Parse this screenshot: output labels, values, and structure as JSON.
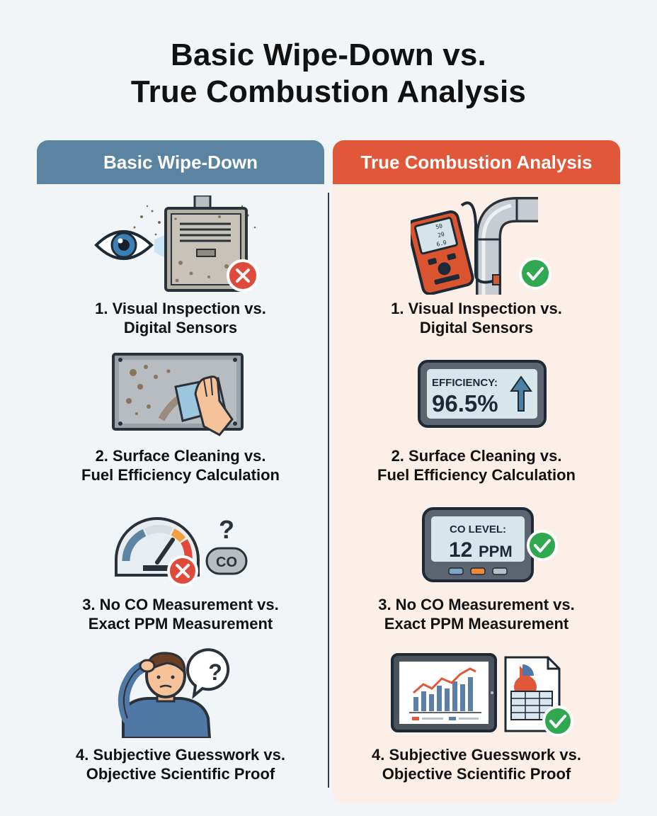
{
  "title": {
    "line1": "Basic Wipe-Down vs.",
    "line2": "True Combustion Analysis"
  },
  "columns": {
    "left": {
      "header": "Basic Wipe-Down"
    },
    "right": {
      "header": "True Combustion Analysis"
    }
  },
  "items": [
    {
      "left_caption": [
        "1. Visual Inspection vs.",
        "Digital Sensors"
      ],
      "right_caption": [
        "1. Visual Inspection vs.",
        "Digital Sensors"
      ],
      "analyzer_readout": [
        "50",
        "20",
        "6.0"
      ]
    },
    {
      "left_caption": [
        "2. Surface Cleaning vs.",
        "Fuel Efficiency Calculation"
      ],
      "right_caption": [
        "2. Surface Cleaning vs.",
        "Fuel Efficiency Calculation"
      ],
      "display_label": "EFFICIENCY:",
      "display_value": "96.5%"
    },
    {
      "left_caption": [
        "3. No CO Measurement vs.",
        "Exact PPM Measurement"
      ],
      "right_caption": [
        "3. No CO Measurement vs.",
        "Exact PPM Measurement"
      ],
      "co_badge": "CO",
      "question_mark": "?",
      "display_label": "CO LEVEL:",
      "display_value": "12",
      "display_unit": "PPM"
    },
    {
      "left_caption": [
        "4. Subjective Guesswork vs.",
        "Objective Scientific Proof"
      ],
      "right_caption": [
        "4. Subjective Guesswork vs.",
        "Objective Scientific Proof"
      ],
      "question_mark": "?"
    }
  ],
  "colors": {
    "left_accent": "#5b83a2",
    "right_accent": "#e0573a",
    "right_panel": "#fcefe8",
    "fail": "#e04a3c",
    "pass": "#2fa84f"
  },
  "icons": [
    "eye-icon",
    "furnace-icon",
    "analyzer-icon",
    "flue-pipe-icon",
    "wipe-hand-icon",
    "efficiency-display-icon",
    "gauge-icon",
    "co-monitor-icon",
    "confused-person-icon",
    "report-tablet-icon",
    "fail-x-icon",
    "pass-check-icon"
  ]
}
